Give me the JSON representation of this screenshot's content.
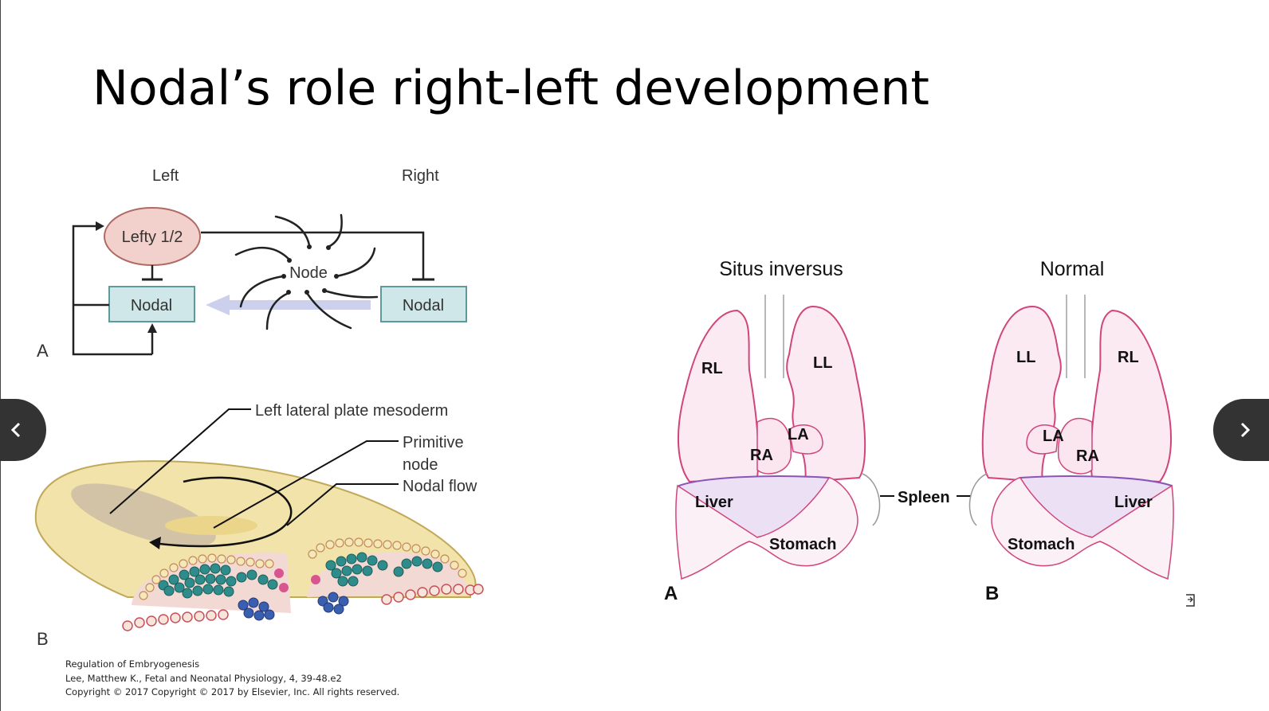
{
  "slide": {
    "title": "Nodal’s role right-left development"
  },
  "figure_left": {
    "panel_a": {
      "label": "A",
      "left_heading": "Left",
      "right_heading": "Right",
      "lefty": "Lefty 1/2",
      "node": "Node",
      "nodal_left": "Nodal",
      "nodal_right": "Nodal"
    },
    "panel_b": {
      "label": "B",
      "callout_1": "Left lateral plate mesoderm",
      "callout_2_line1": "Primitive",
      "callout_2_line2": "node",
      "callout_3": "Nodal flow"
    }
  },
  "figure_right": {
    "panel_a": {
      "heading": "Situs inversus",
      "label": "A",
      "rl": "RL",
      "ll": "LL",
      "la": "LA",
      "ra": "RA",
      "liver": "Liver",
      "stomach": "Stomach"
    },
    "spleen": "Spleen",
    "panel_b": {
      "heading": "Normal",
      "label": "B",
      "ll": "LL",
      "rl": "RL",
      "la": "LA",
      "ra": "RA",
      "liver": "Liver",
      "stomach": "Stomach"
    }
  },
  "caption": {
    "line1": "Regulation of Embryogenesis",
    "line2": "Lee, Matthew K., Fetal and Neonatal Physiology, 4, 39-48.e2",
    "line3": "Copyright ©  2017   Copyright © 2017 by Elsevier, Inc. All rights reserved."
  },
  "nav": {
    "prev_icon": "chevron-left-icon",
    "next_icon": "chevron-right-icon"
  }
}
